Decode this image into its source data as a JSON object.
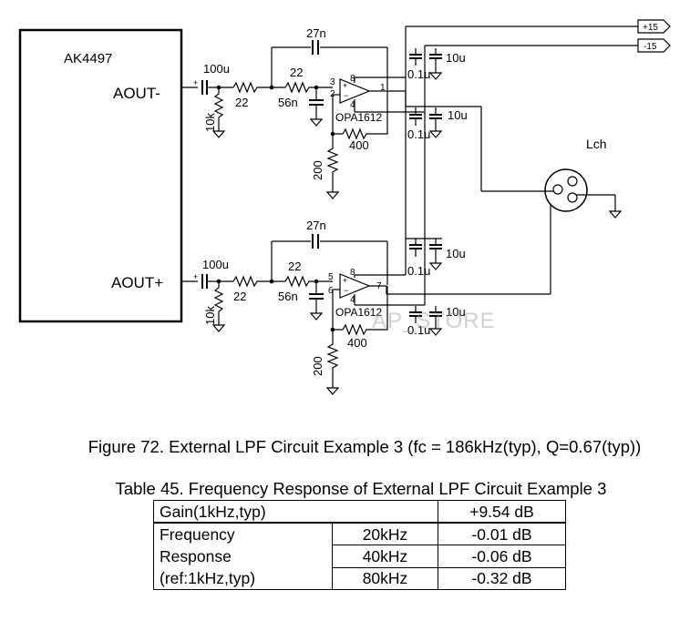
{
  "chip": {
    "name": "AK4497",
    "pin_minus": "AOUT-",
    "pin_plus": "AOUT+"
  },
  "stages": [
    {
      "c_in": "100u",
      "r_series": "22",
      "r_shunt": "10k",
      "r_filter": "22",
      "c_shunt": "56n",
      "c_feedback": "27n",
      "opamp": "OPA1612",
      "pin_in1": "3",
      "pin_in2": "2",
      "pin_out": "1",
      "pin_vp": "8",
      "pin_vn": "4",
      "r_feedback": "400",
      "r_ground": "200",
      "c_dec_top": "10u",
      "c_dec_top2": "0.1u",
      "c_dec_bot": "10u",
      "c_dec_bot2": "0.1u"
    },
    {
      "c_in": "100u",
      "r_series": "22",
      "r_shunt": "10k",
      "r_filter": "22",
      "c_shunt": "56n",
      "c_feedback": "27n",
      "opamp": "OPA1612",
      "pin_in1": "5",
      "pin_in2": "6",
      "pin_out": "7",
      "pin_vp": "8",
      "pin_vn": "4",
      "r_feedback": "400",
      "r_ground": "200",
      "c_dec_top": "10u",
      "c_dec_top2": "0.1u",
      "c_dec_bot": "10u",
      "c_dec_bot2": "0.1u"
    }
  ],
  "power": {
    "positive": "+15",
    "negative": "-15"
  },
  "connector": {
    "label": "Lch"
  },
  "caption": "Figure 72. External LPF Circuit Example 3 (fc = 186kHz(typ), Q=0.67(typ))",
  "table": {
    "title": "Table 45. Frequency Response of External LPF Circuit Example 3",
    "gain_label": "Gain(1kHz,typ)",
    "gain_value": "+9.54 dB",
    "freq_label": [
      "Frequency",
      "Response",
      "(ref:1kHz,typ)"
    ],
    "rows": [
      {
        "freq": "20kHz",
        "value": "-0.01 dB"
      },
      {
        "freq": "40kHz",
        "value": "-0.06 dB"
      },
      {
        "freq": "80kHz",
        "value": "-0.32 dB"
      }
    ]
  },
  "watermark": "AP_STORE"
}
